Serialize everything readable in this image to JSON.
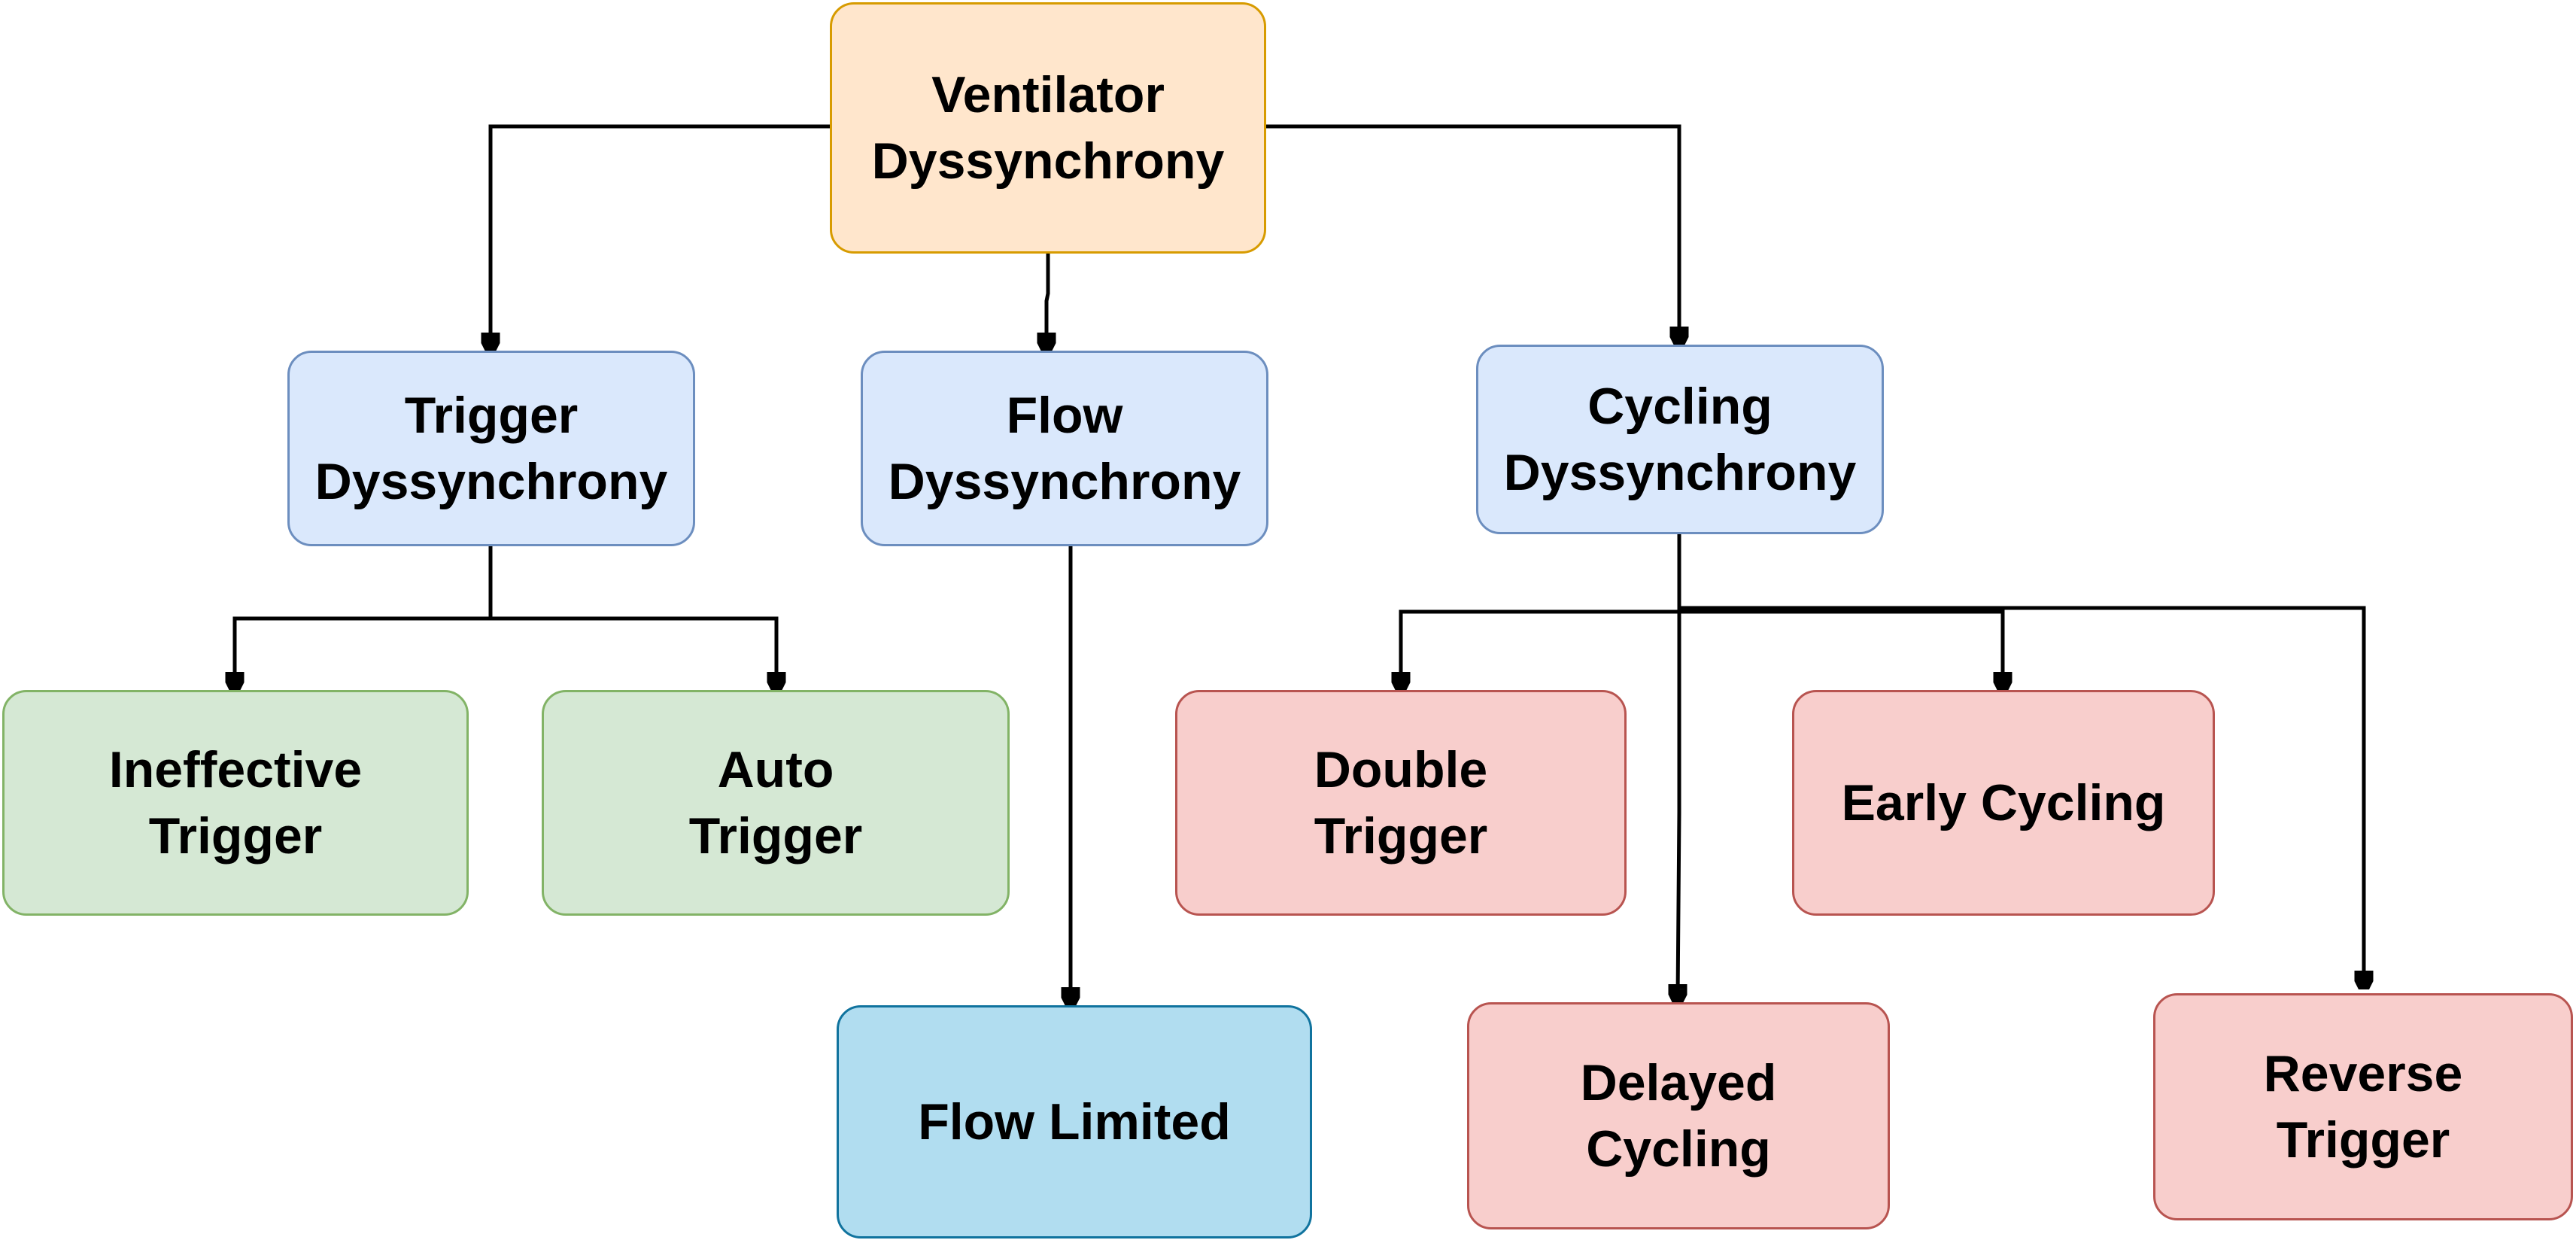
{
  "colors": {
    "root_fill": "#ffe6cc",
    "root_border": "#d79b00",
    "category_fill": "#dae8fc",
    "category_border": "#6c8ebf",
    "trigger_leaf_fill": "#d5e8d4",
    "trigger_leaf_border": "#82b366",
    "flow_leaf_fill": "#b1ddf0",
    "flow_leaf_border": "#10739e",
    "cycling_leaf_fill": "#f8cecc",
    "cycling_leaf_border": "#b85450",
    "connector": "#000000"
  },
  "root": {
    "label": "Ventilator\nDyssynchrony"
  },
  "categories": {
    "trigger": "Trigger\nDyssynchrony",
    "flow": "Flow\nDyssynchrony",
    "cycling": "Cycling\nDyssynchrony"
  },
  "trigger_types": {
    "ineffective": "Ineffective\nTrigger",
    "auto": "Auto\nTrigger"
  },
  "flow_types": {
    "flow_limited": "Flow Limited"
  },
  "cycling_types": {
    "double_trigger": "Double\nTrigger",
    "early_cycling": "Early Cycling",
    "delayed_cycling": "Delayed\nCycling",
    "reverse_trigger": "Reverse\nTrigger"
  }
}
